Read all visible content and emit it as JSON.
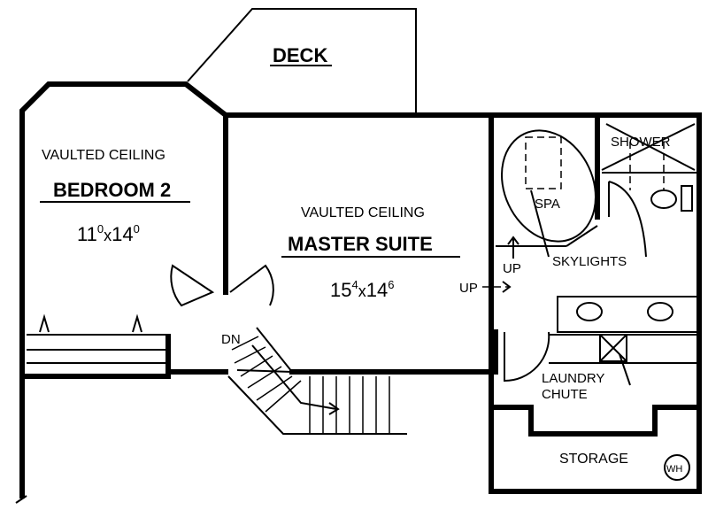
{
  "deck": {
    "label": "DECK"
  },
  "bedroom2": {
    "ceiling": "VAULTED CEILING",
    "name": "BEDROOM 2",
    "dim_a": "11",
    "dim_a_sup": "0",
    "dim_x": "x",
    "dim_b": "14",
    "dim_b_sup": "0"
  },
  "master": {
    "ceiling": "VAULTED CEILING",
    "name": "MASTER SUITE",
    "dim_a": "15",
    "dim_a_sup": "4",
    "dim_x": "x",
    "dim_b": "14",
    "dim_b_sup": "6"
  },
  "bath": {
    "shower": "SHOWER",
    "spa": "SPA",
    "skylights": "SKYLIGHTS",
    "up1": "UP",
    "up2": "UP"
  },
  "stairs": {
    "dn": "DN"
  },
  "laundry": {
    "line1": "LAUNDRY",
    "line2": "CHUTE"
  },
  "storage": {
    "label": "STORAGE",
    "wh": "WH"
  }
}
